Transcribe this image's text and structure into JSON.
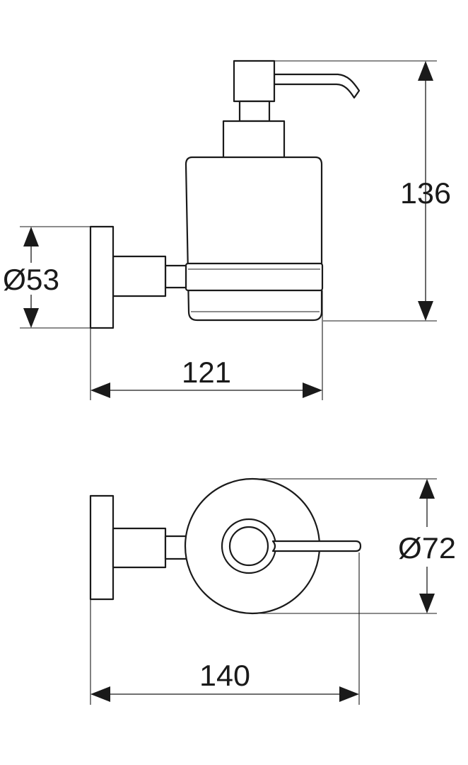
{
  "dimensions": {
    "height": "136",
    "wall_plate_diameter": "Ø53",
    "side_depth": "121",
    "glass_diameter": "Ø72",
    "top_depth": "140"
  },
  "colors": {
    "line": "#1a1a1a",
    "background": "#ffffff"
  }
}
